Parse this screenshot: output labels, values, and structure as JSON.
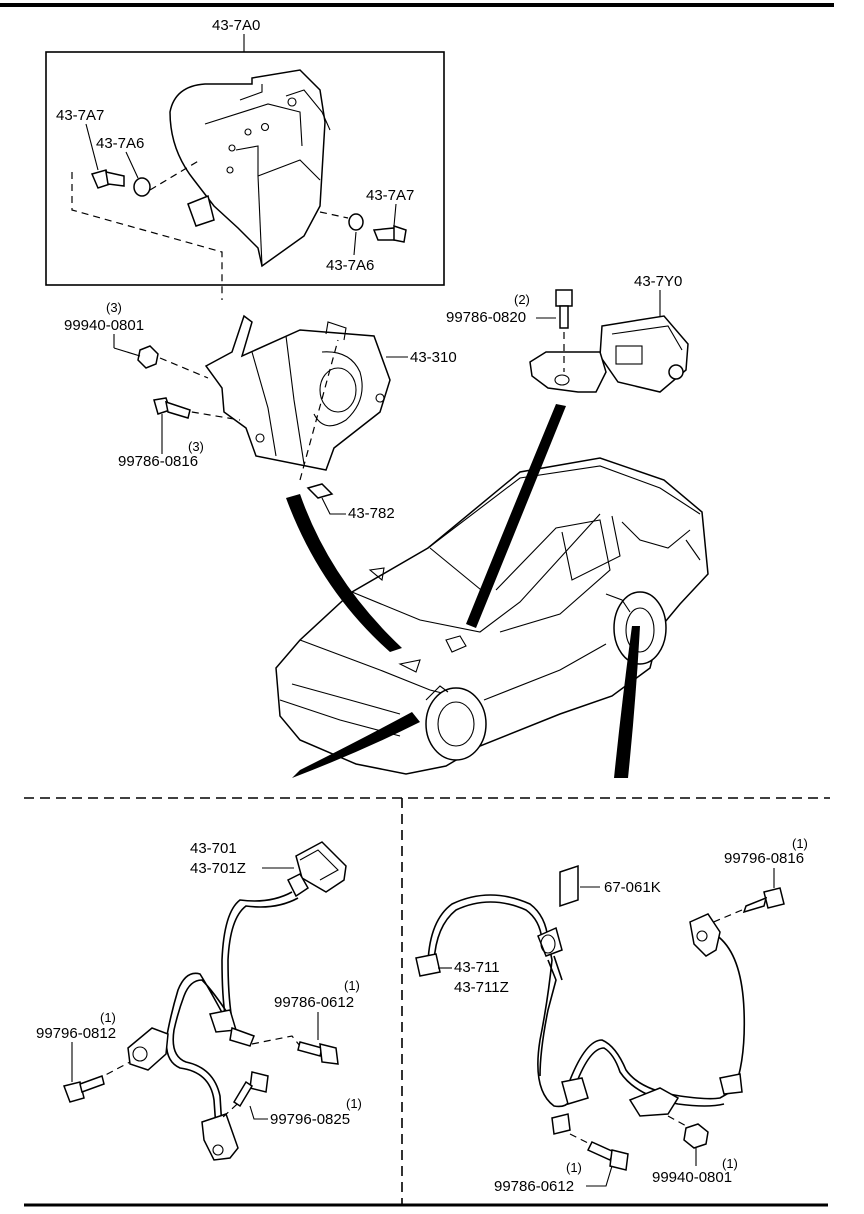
{
  "diagram": {
    "top_section": {
      "hu_assembly_code": "43-7A0",
      "labels": {
        "bolt_left": "43-7A7",
        "grommet_left": "43-7A6",
        "bolt_right": "43-7A7",
        "grommet_right": "43-7A6",
        "nut": "99940-0801",
        "nut_qty": "(3)",
        "bracket": "43-310",
        "bolt": "99786-0816",
        "bolt_qty": "(3)",
        "clip": "43-782",
        "sensor_bolt": "99786-0820",
        "sensor_bolt_qty": "(2)",
        "sensor": "43-7Y0"
      }
    },
    "bottom_left": {
      "labels": {
        "sensor_line1": "43-701",
        "sensor_line2": "43-701Z",
        "bolt_right": "99786-0612",
        "bolt_right_qty": "(1)",
        "bolt_left": "99796-0812",
        "bolt_left_qty": "(1)",
        "bolt_bottom": "99796-0825",
        "bolt_bottom_qty": "(1)"
      }
    },
    "bottom_right": {
      "labels": {
        "bolt_top": "99796-0816",
        "bolt_top_qty": "(1)",
        "label_tag": "67-061K",
        "sensor_line1": "43-711",
        "sensor_line2": "43-711Z",
        "bolt_bottom": "99786-0612",
        "bolt_bottom_qty": "(1)",
        "nut": "99940-0801",
        "nut_qty": "(1)"
      }
    }
  }
}
